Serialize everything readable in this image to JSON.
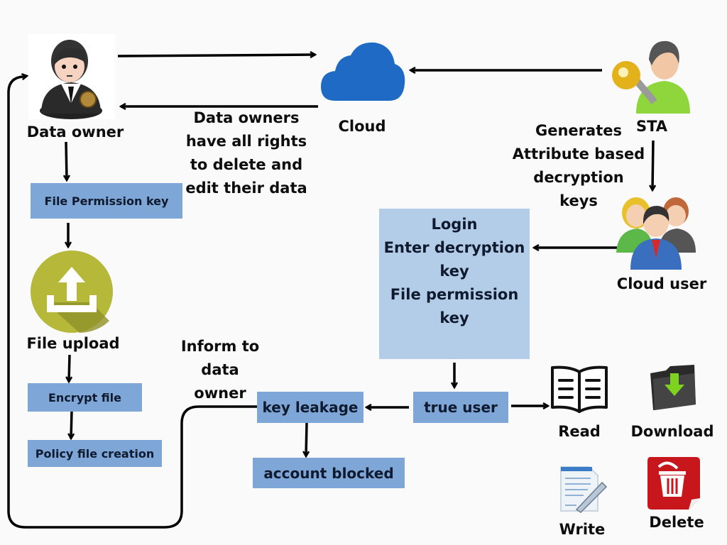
{
  "diagram": {
    "nodes": {
      "data_owner": "Data owner",
      "cloud": "Cloud",
      "sta": "STA",
      "cloud_user": "Cloud user",
      "file_permission_key": "File Permission key",
      "file_upload": "File upload",
      "encrypt_file": "Encrypt file",
      "policy_file_creation": "Policy file creation",
      "login_box": [
        "Login",
        "Enter  decryption",
        "key",
        "File permission",
        "key"
      ],
      "true_user": "true user",
      "key_leakage": "key leakage",
      "account_blocked": "account blocked",
      "read": "Read",
      "download": "Download",
      "write": "Write",
      "delete": "Delete"
    },
    "annotations": {
      "owner_rights": [
        "Data owners",
        "have all rights",
        "to delete and",
        "edit their data"
      ],
      "sta_generates": [
        "Generates",
        "Attribute based",
        "decryption",
        "keys"
      ],
      "inform_owner": [
        "Inform to",
        "data",
        "owner"
      ]
    },
    "edges": [
      {
        "from": "Data owner",
        "to": "Cloud"
      },
      {
        "from": "Cloud",
        "to": "Data owner"
      },
      {
        "from": "STA",
        "to": "Cloud"
      },
      {
        "from": "STA",
        "to": "Cloud user"
      },
      {
        "from": "Cloud user",
        "to": "Login box"
      },
      {
        "from": "Data owner",
        "to": "File Permission key"
      },
      {
        "from": "File Permission key",
        "to": "File upload"
      },
      {
        "from": "File upload",
        "to": "Encrypt file"
      },
      {
        "from": "Encrypt file",
        "to": "Policy file creation"
      },
      {
        "from": "Login box",
        "to": "true user"
      },
      {
        "from": "true user",
        "to": "key leakage"
      },
      {
        "from": "true user",
        "to": "Read"
      },
      {
        "from": "key leakage",
        "to": "account blocked"
      },
      {
        "from": "key leakage",
        "to": "Data owner"
      }
    ],
    "colors": {
      "box_fill": "#7ea6d6",
      "login_box_fill": "#b3cce8",
      "cloud_blue": "#1e6ac4",
      "upload_olive": "#b6b83a",
      "delete_red": "#c8161d",
      "sta_green": "#8fd63c",
      "key_gold": "#e3b21a"
    }
  }
}
